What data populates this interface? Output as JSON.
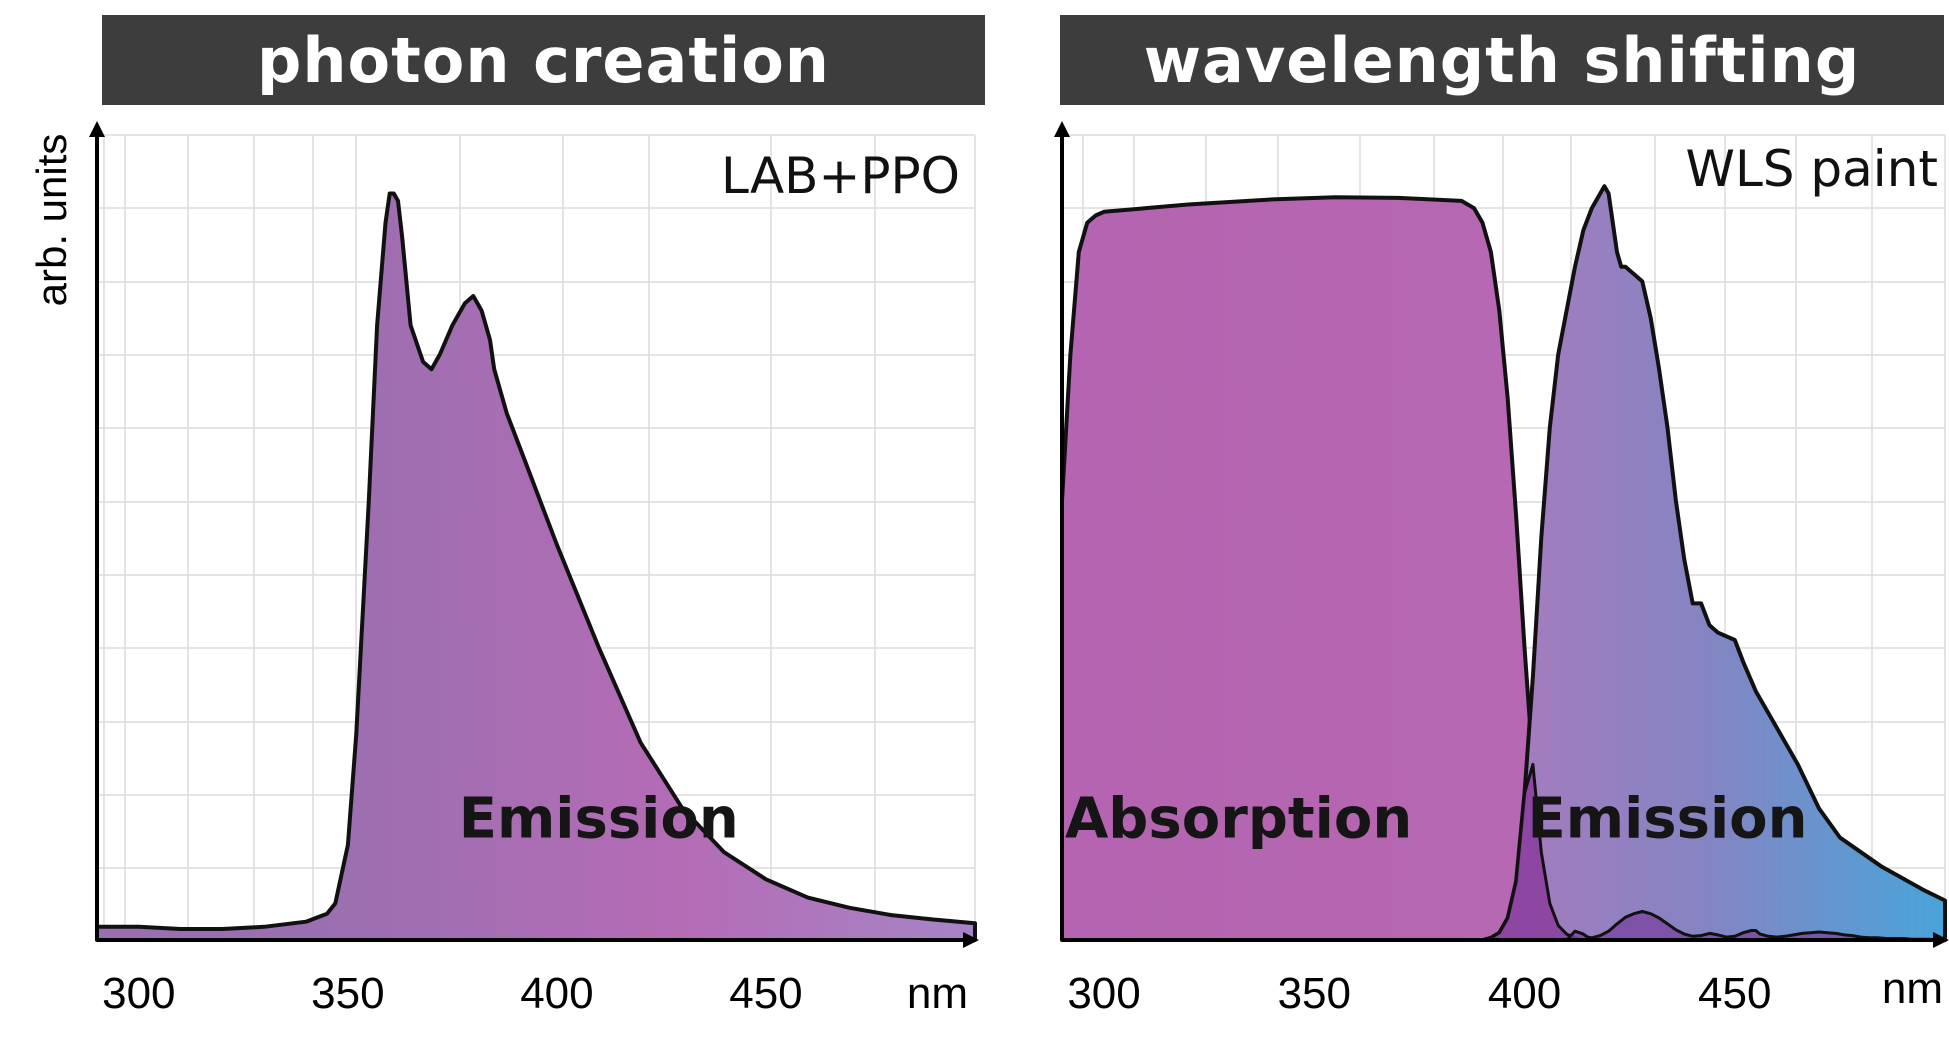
{
  "headers": {
    "left": "photon creation",
    "right": "wavelength shifting"
  },
  "colors": {
    "header_bg": "#3d3d3d",
    "grid": "#dcdcdc",
    "magenta": "#b466b2",
    "violet": "#9a6fb0",
    "blue": "#4aa2d8"
  },
  "chart_data": [
    {
      "type": "area",
      "corner_label": "LAB+PPO",
      "ylabel": "arb. units",
      "xlabel": "nm",
      "xlim": [
        290,
        500
      ],
      "ylim": [
        0,
        110
      ],
      "xticks": [
        300,
        350,
        400,
        450
      ],
      "grid": true,
      "series": [
        {
          "label": "Emission",
          "label_at": [
            410,
            14
          ],
          "fill": "violet-magenta",
          "x": [
            290,
            300,
            310,
            320,
            330,
            340,
            345,
            347,
            350,
            352,
            355,
            357,
            359,
            360,
            361,
            362,
            363,
            365,
            368,
            370,
            372,
            375,
            378,
            380,
            382,
            384,
            385,
            388,
            392,
            396,
            400,
            405,
            410,
            420,
            430,
            440,
            450,
            460,
            470,
            480,
            490,
            500
          ],
          "y": [
            1.8,
            1.8,
            1.5,
            1.5,
            1.8,
            2.5,
            3.6,
            5,
            13,
            28,
            60,
            84,
            98,
            102,
            102,
            101,
            96,
            84,
            79,
            78,
            80,
            84,
            87,
            88,
            86,
            82,
            78,
            72,
            66,
            60,
            54,
            47,
            40,
            27,
            18,
            12,
            8.3,
            5.8,
            4.4,
            3.4,
            2.8,
            2.3
          ]
        }
      ]
    },
    {
      "type": "area",
      "corner_label": "WLS paint",
      "xlabel": "nm",
      "xlim": [
        290,
        500
      ],
      "ylim": [
        0,
        110
      ],
      "xticks": [
        300,
        350,
        400,
        450
      ],
      "grid": true,
      "series": [
        {
          "label": "Absorption",
          "label_at": [
            332,
            14
          ],
          "fill": "magenta",
          "x": [
            290,
            292,
            294,
            296,
            298,
            300,
            320,
            340,
            355,
            370,
            385,
            388,
            390,
            392,
            394,
            396,
            398,
            400,
            402,
            404,
            406,
            408,
            410,
            412,
            413,
            414
          ],
          "y": [
            60,
            80,
            94,
            98,
            99,
            99.5,
            100.5,
            101.2,
            101.5,
            101.4,
            101,
            100,
            98,
            94,
            86,
            74,
            58,
            40,
            24,
            12,
            5,
            2,
            0.8,
            0.3,
            0.1,
            0
          ]
        },
        {
          "label": "Emission",
          "label_at": [
            434,
            14
          ],
          "fill": "violet-blue",
          "x": [
            390,
            392,
            394,
            396,
            398,
            400,
            402,
            404,
            406,
            408,
            410,
            412,
            414,
            416,
            418,
            419,
            420,
            421,
            422,
            423,
            424,
            426,
            428,
            430,
            432,
            434,
            436,
            438,
            440,
            442,
            444,
            446,
            450,
            452,
            455,
            460,
            465,
            470,
            475,
            480,
            485,
            490,
            495,
            500
          ],
          "y": [
            0,
            0.3,
            1,
            3,
            8,
            20,
            36,
            55,
            70,
            80,
            86,
            92,
            97,
            100,
            102,
            103,
            102,
            98,
            94,
            92,
            92,
            91,
            90,
            85,
            78,
            70,
            60,
            52,
            46,
            46,
            43,
            42,
            41,
            38,
            34,
            29,
            24,
            18,
            14,
            12,
            10,
            8.4,
            6.8,
            5.4
          ]
        },
        {
          "label": "",
          "fill": "overlap",
          "x": [
            390,
            392,
            394,
            396,
            398,
            400,
            402,
            404,
            406,
            408,
            410,
            412,
            413,
            414
          ],
          "y": [
            0,
            0.3,
            1,
            3,
            8,
            20,
            24,
            12,
            5,
            2,
            0.8,
            0.3,
            0.1,
            0
          ]
        },
        {
          "label": "",
          "fill": "dark-violet",
          "x": [
            410,
            412,
            414,
            415,
            416,
            418,
            420,
            422,
            424,
            426,
            428,
            430,
            432,
            434,
            436,
            438,
            440,
            442,
            444,
            446,
            448,
            450,
            452,
            454,
            455,
            456,
            458,
            460,
            462,
            464,
            466,
            468,
            470,
            472,
            474,
            476,
            478,
            480,
            482,
            484,
            486,
            488,
            490,
            492,
            494,
            496,
            498,
            500
          ],
          "y": [
            0,
            1.2,
            0.8,
            0.4,
            0.3,
            0.6,
            1.2,
            2.2,
            3.1,
            3.6,
            3.9,
            3.6,
            3.0,
            2.2,
            1.4,
            0.8,
            0.5,
            0.6,
            0.9,
            0.7,
            0.4,
            0.5,
            1.0,
            1.3,
            1.3,
            0.8,
            0.5,
            0.4,
            0.5,
            0.7,
            0.9,
            1.0,
            1.1,
            1.0,
            0.9,
            0.7,
            0.6,
            0.4,
            0.3,
            0.3,
            0.2,
            0.2,
            0.2,
            0.1,
            0.1,
            0.1,
            0.0,
            0.0
          ]
        }
      ]
    }
  ]
}
